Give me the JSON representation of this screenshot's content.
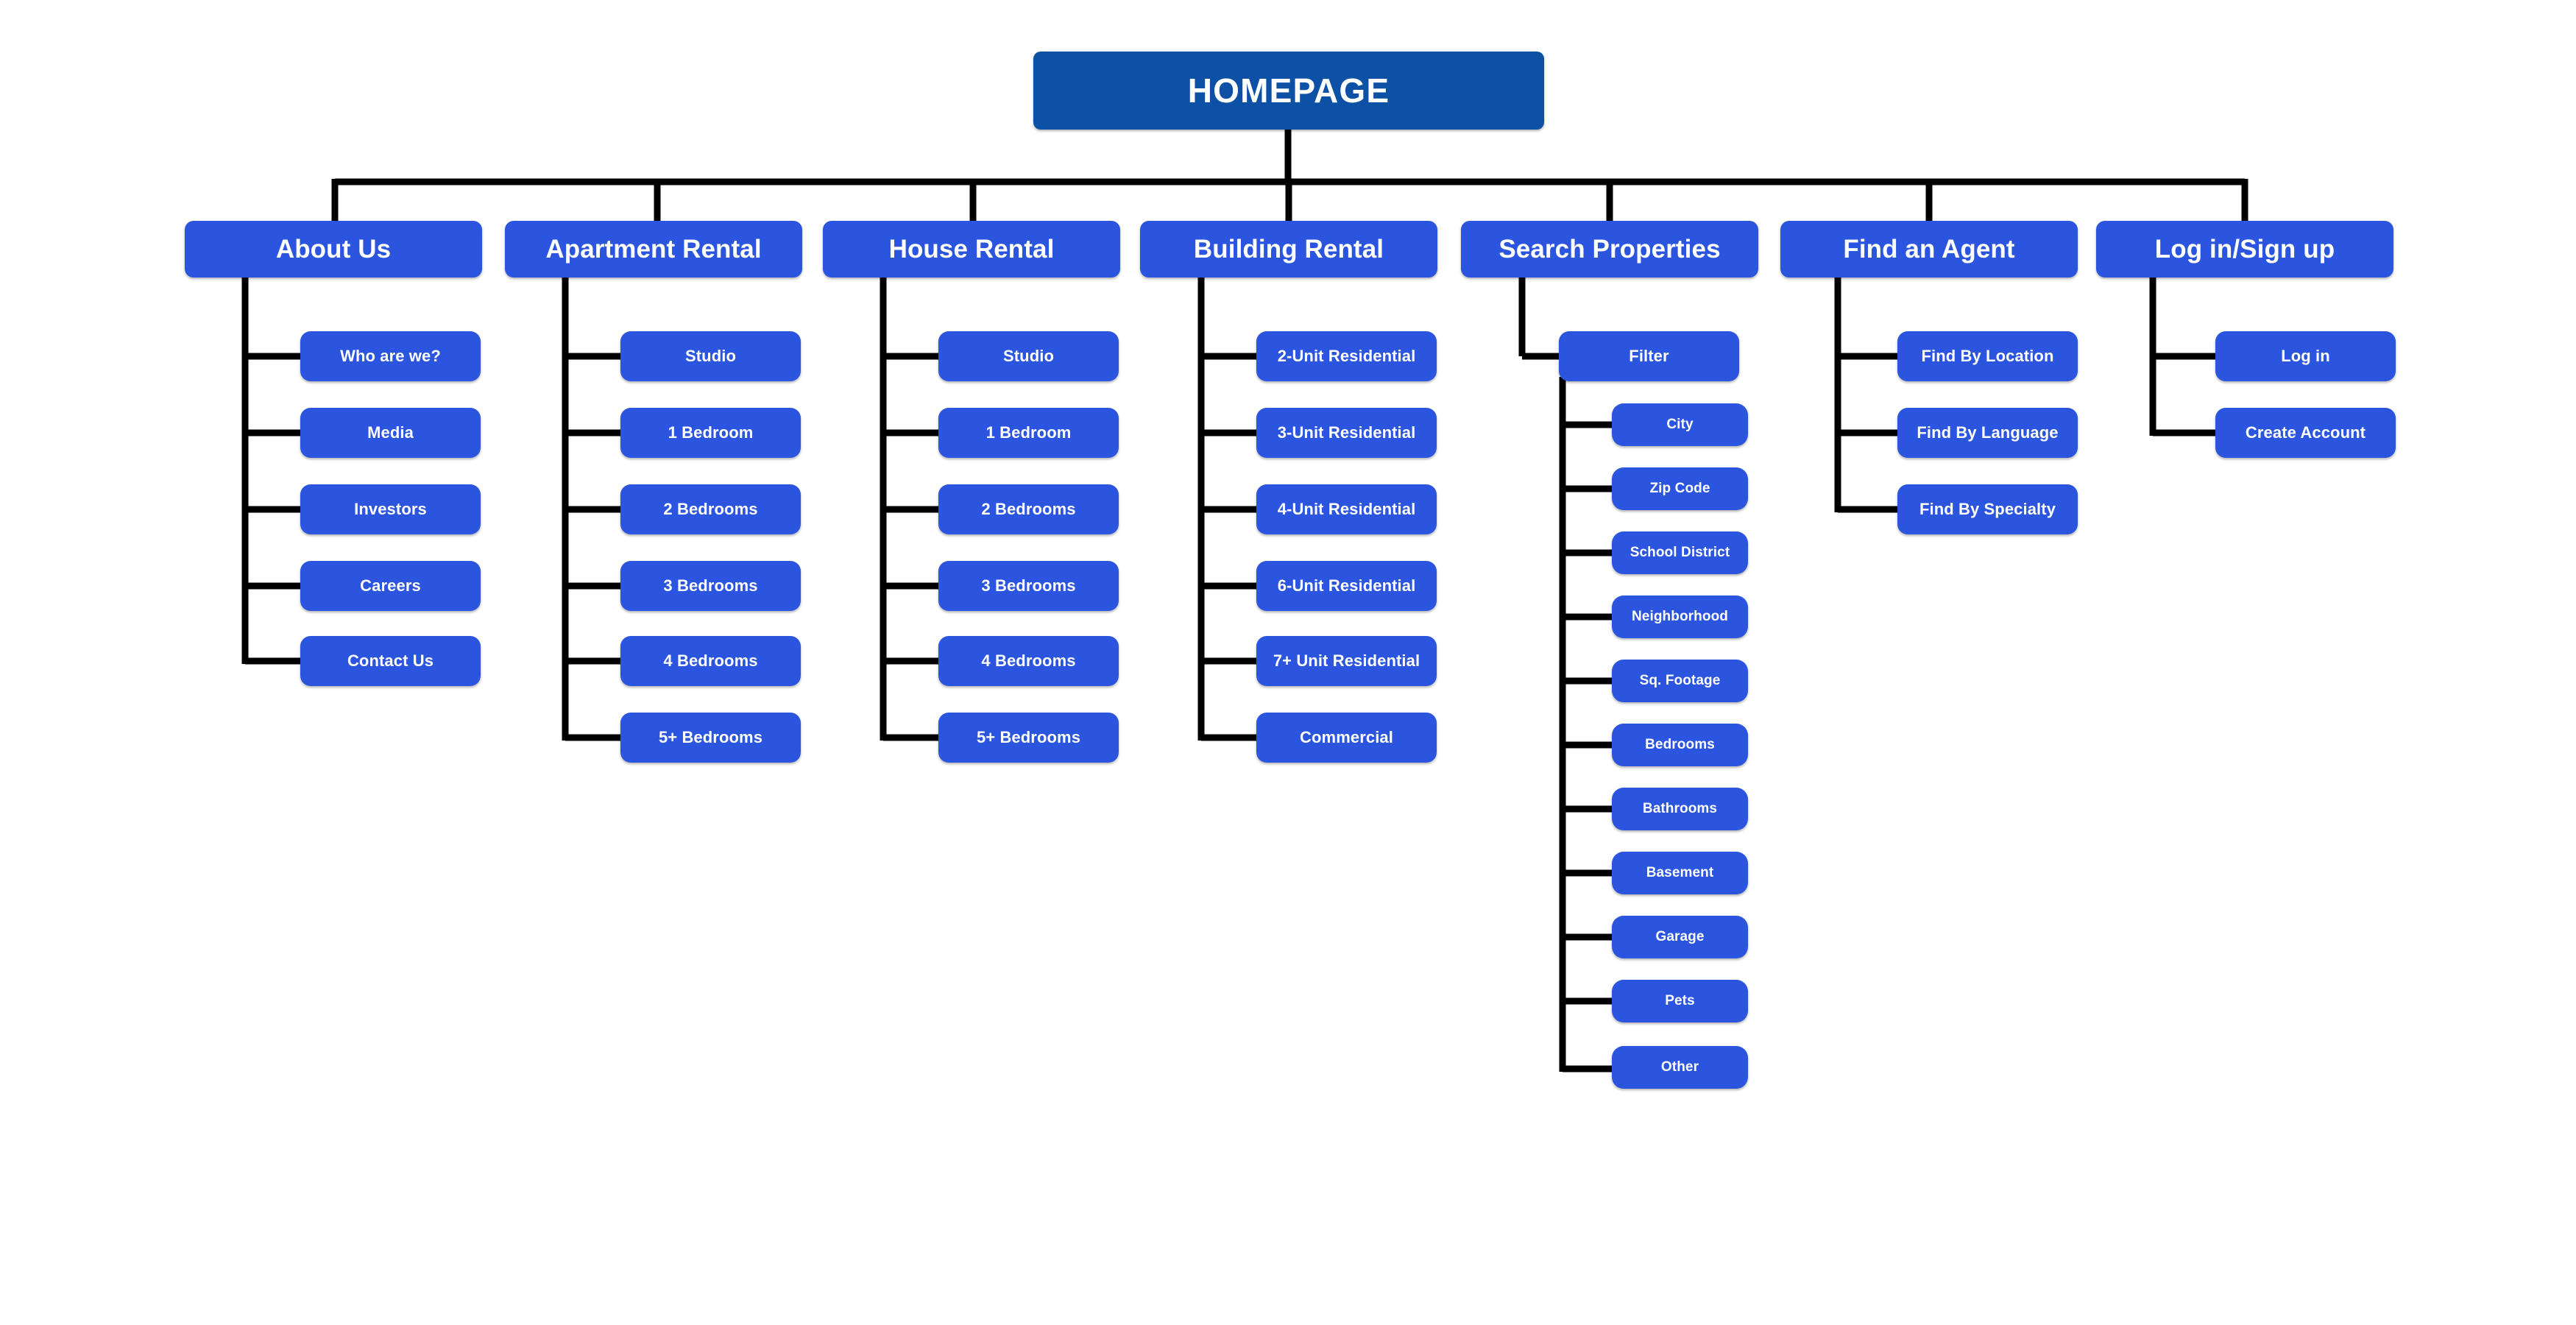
{
  "diagram": {
    "title": "HOMEPAGE",
    "type": "sitemap-tree",
    "colors": {
      "root_box": "#0c51a5",
      "node_box": "#2b55df",
      "connector": "#000000",
      "label_text": "#ffffff",
      "background": "#ffffff"
    }
  },
  "root": {
    "label": "HOMEPAGE"
  },
  "branches": [
    {
      "label": "About Us",
      "children": [
        {
          "label": "Who are we?"
        },
        {
          "label": "Media"
        },
        {
          "label": "Investors"
        },
        {
          "label": "Careers"
        },
        {
          "label": "Contact Us"
        }
      ]
    },
    {
      "label": "Apartment Rental",
      "children": [
        {
          "label": "Studio"
        },
        {
          "label": "1 Bedroom"
        },
        {
          "label": "2 Bedrooms"
        },
        {
          "label": "3 Bedrooms"
        },
        {
          "label": "4 Bedrooms"
        },
        {
          "label": "5+ Bedrooms"
        }
      ]
    },
    {
      "label": "House Rental",
      "children": [
        {
          "label": "Studio"
        },
        {
          "label": "1 Bedroom"
        },
        {
          "label": "2 Bedrooms"
        },
        {
          "label": "3 Bedrooms"
        },
        {
          "label": "4 Bedrooms"
        },
        {
          "label": "5+ Bedrooms"
        }
      ]
    },
    {
      "label": "Building Rental",
      "children": [
        {
          "label": "2-Unit Residential"
        },
        {
          "label": "3-Unit Residential"
        },
        {
          "label": "4-Unit Residential"
        },
        {
          "label": "6-Unit Residential"
        },
        {
          "label": "7+ Unit Residential"
        },
        {
          "label": "Commercial"
        }
      ]
    },
    {
      "label": "Search Properties",
      "children": [
        {
          "label": "Filter",
          "children": [
            {
              "label": "City"
            },
            {
              "label": "Zip Code"
            },
            {
              "label": "School District"
            },
            {
              "label": "Neighborhood"
            },
            {
              "label": "Sq. Footage"
            },
            {
              "label": "Bedrooms"
            },
            {
              "label": "Bathrooms"
            },
            {
              "label": "Basement"
            },
            {
              "label": "Garage"
            },
            {
              "label": "Pets"
            },
            {
              "label": "Other"
            }
          ]
        }
      ]
    },
    {
      "label": "Find an Agent",
      "children": [
        {
          "label": "Find By Location"
        },
        {
          "label": "Find By Language"
        },
        {
          "label": "Find By Specialty"
        }
      ]
    },
    {
      "label": "Log in/Sign up",
      "children": [
        {
          "label": "Log in"
        },
        {
          "label": "Create Account"
        }
      ]
    }
  ]
}
